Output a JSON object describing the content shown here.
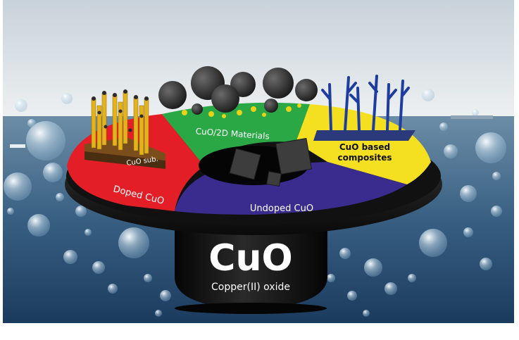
{
  "figure": {
    "center": {
      "title": "CuO",
      "subtitle": "Copper(II) oxide"
    },
    "segments": {
      "doped": "Doped CuO",
      "undoped": "Undoped CuO",
      "two_d": "CuO/2D Materials",
      "composites_line1": "CuO based",
      "composites_line2": "composites"
    },
    "inset_label": "CuO sub."
  },
  "colors": {
    "sky_top": "#c9d3db",
    "sky_bottom": "#e9edef",
    "sea_top": "#6f8fa8",
    "sea_bottom": "#1d3f63",
    "red": "#e41e26",
    "green": "#2aa845",
    "yellow": "#f4e020",
    "purple": "#3a2c8f",
    "pedestal": "#0c0c0c"
  }
}
